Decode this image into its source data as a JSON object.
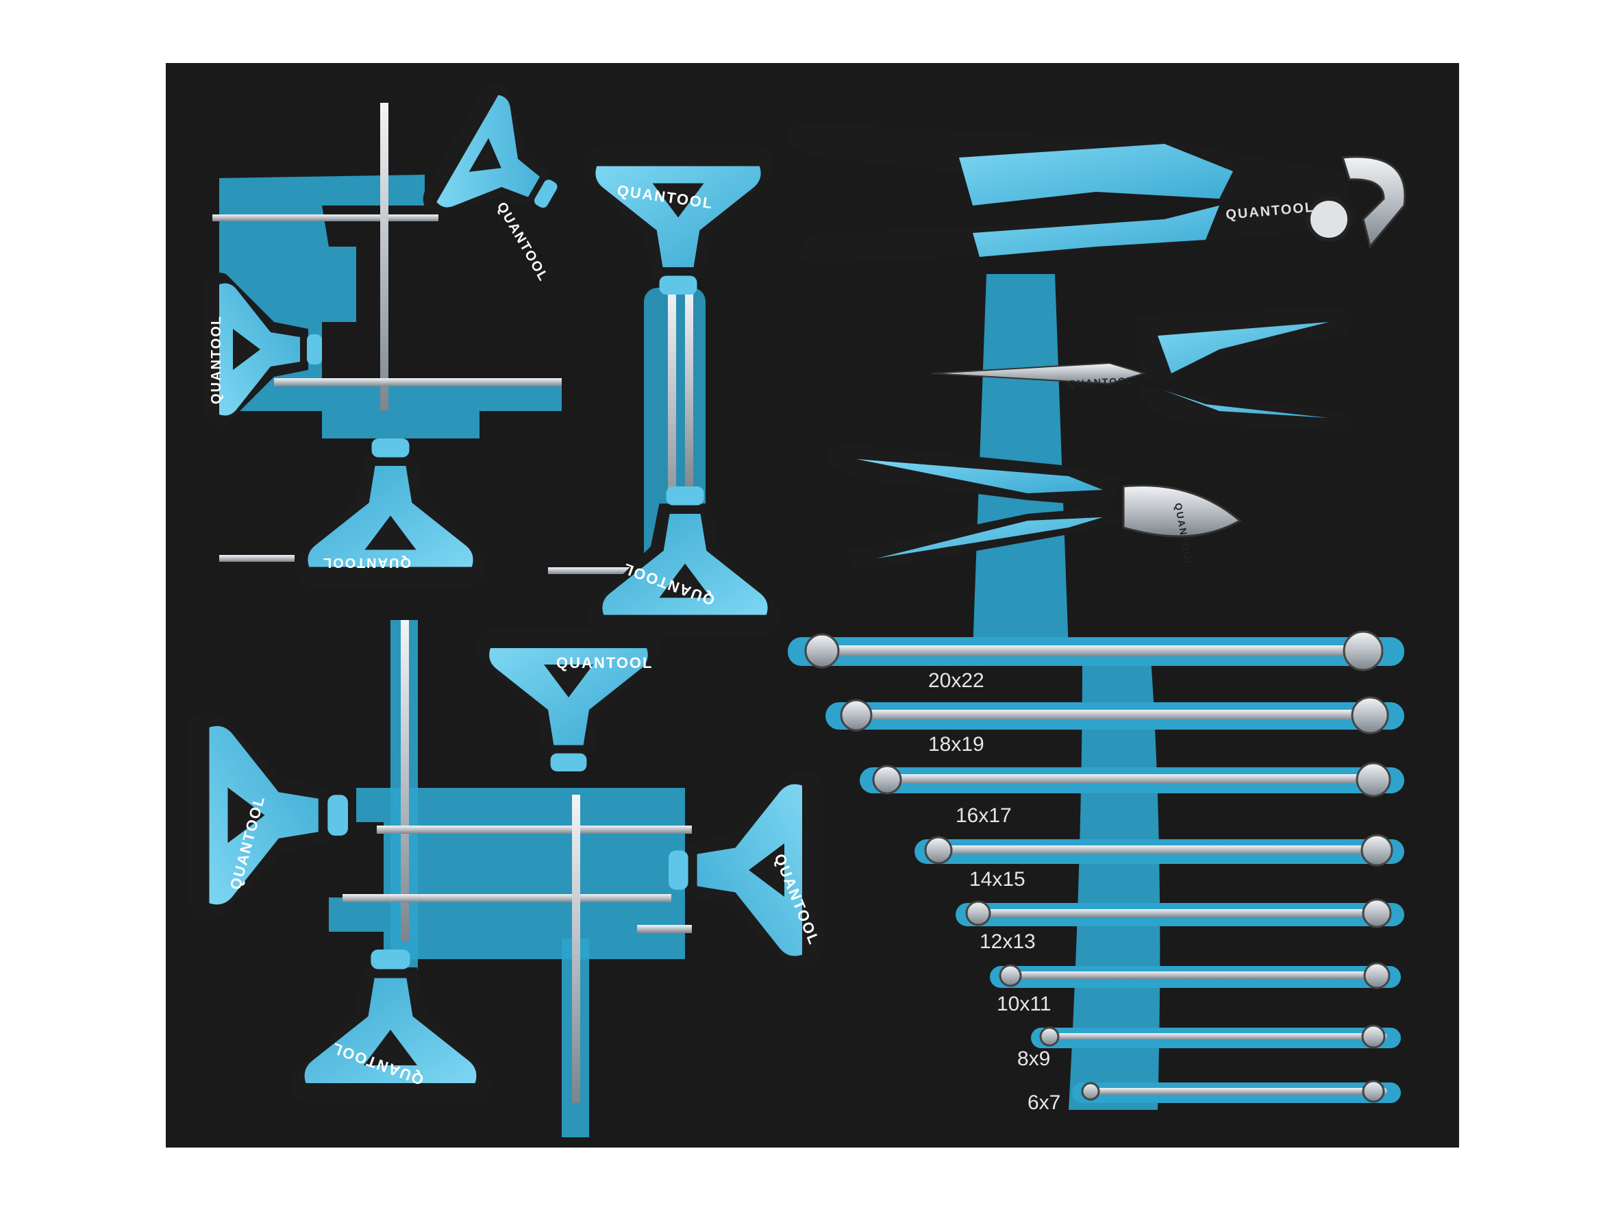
{
  "brand": "QUANTOOL",
  "pliers_logo": "QUANTOOL",
  "wrench_sizes": [
    "20x22",
    "18x19",
    "16x17",
    "14x15",
    "12x13",
    "10x11",
    "8x9",
    "6x7"
  ],
  "colors": {
    "foam": "#1a1a1a",
    "cutout": "#2ea3cc",
    "handle_blue": "#5fc6e8",
    "handle_black": "#1c1c1c",
    "steel": "#c9ced3"
  }
}
